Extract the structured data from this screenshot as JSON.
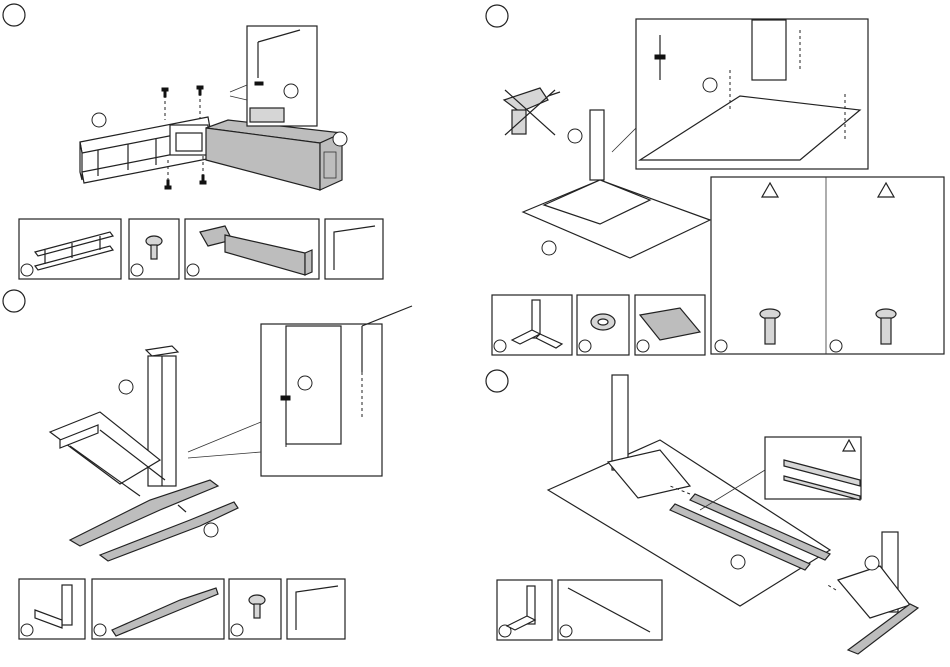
{
  "document": {
    "type": "assembly-instructions",
    "steps": [
      {
        "id": "step-1",
        "number": ""
      },
      {
        "id": "step-2",
        "number": ""
      },
      {
        "id": "step-3",
        "number": ""
      },
      {
        "id": "step-4",
        "number": ""
      }
    ],
    "warning_symbol": "triangle"
  }
}
